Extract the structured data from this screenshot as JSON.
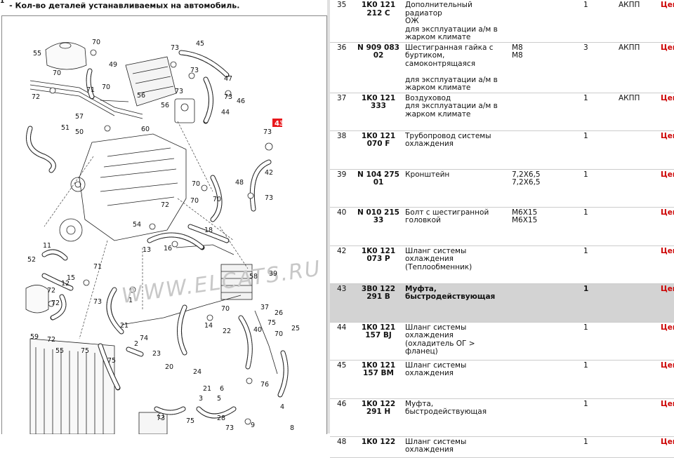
{
  "note": {
    "prefix": "1",
    "text": " - Кол-во деталей устанавливаемых на автомобиль."
  },
  "diagram": {
    "watermark": "WWW.ELCATS.RU",
    "highlight_label": "43",
    "labels": [
      {
        "t": "55"
      },
      {
        "t": "70"
      },
      {
        "t": "49"
      },
      {
        "t": "73"
      },
      {
        "t": "45"
      },
      {
        "t": "73"
      },
      {
        "t": "73"
      },
      {
        "t": "70"
      },
      {
        "t": "70"
      },
      {
        "t": "71"
      },
      {
        "t": "56"
      },
      {
        "t": "47"
      },
      {
        "t": "57"
      },
      {
        "t": "56"
      },
      {
        "t": "73"
      },
      {
        "t": "46"
      },
      {
        "t": "72"
      },
      {
        "t": "51"
      },
      {
        "t": "44"
      },
      {
        "t": "50"
      },
      {
        "t": "60"
      },
      {
        "t": "73"
      },
      {
        "t": "42"
      },
      {
        "t": "70"
      },
      {
        "t": "48"
      },
      {
        "t": "70"
      },
      {
        "t": "73"
      },
      {
        "t": "70"
      },
      {
        "t": "72"
      },
      {
        "t": "54"
      },
      {
        "t": "18"
      },
      {
        "t": "11"
      },
      {
        "t": "52"
      },
      {
        "t": "16"
      },
      {
        "t": "13"
      },
      {
        "t": "71"
      },
      {
        "t": "12"
      },
      {
        "t": "58"
      },
      {
        "t": "39"
      },
      {
        "t": "15"
      },
      {
        "t": "72"
      },
      {
        "t": "73"
      },
      {
        "t": "72"
      },
      {
        "t": "70"
      },
      {
        "t": "1"
      },
      {
        "t": "14"
      },
      {
        "t": "37"
      },
      {
        "t": "22"
      },
      {
        "t": "26"
      },
      {
        "t": "75"
      },
      {
        "t": "21"
      },
      {
        "t": "40"
      },
      {
        "t": "70"
      },
      {
        "t": "25"
      },
      {
        "t": "59"
      },
      {
        "t": "74"
      },
      {
        "t": "2"
      },
      {
        "t": "55"
      },
      {
        "t": "23"
      },
      {
        "t": "72"
      },
      {
        "t": "75"
      },
      {
        "t": "20"
      },
      {
        "t": "75"
      },
      {
        "t": "24"
      },
      {
        "t": "21"
      },
      {
        "t": "6"
      },
      {
        "t": "3"
      },
      {
        "t": "5"
      },
      {
        "t": "76"
      },
      {
        "t": "4"
      },
      {
        "t": "73"
      },
      {
        "t": "28"
      },
      {
        "t": "75"
      },
      {
        "t": "9"
      },
      {
        "t": "73"
      },
      {
        "t": "8"
      }
    ]
  },
  "colors": {
    "price": "#cc0000",
    "highlight_row": "#d3d3d3",
    "highlight_tag": "#e8181c"
  },
  "table": {
    "rows": [
      {
        "pos": "35",
        "num": [
          "1K0 121",
          "212 C"
        ],
        "desc": [
          "Дополнительный радиатор",
          "ОЖ",
          "для эксплуатации а/м в",
          "жарком климате"
        ],
        "spec": [],
        "qty": "1",
        "note": "АКПП",
        "price": "Цен",
        "h": 57
      },
      {
        "pos": "36",
        "num": [
          "N 909 083",
          "02"
        ],
        "desc": [
          "Шестигранная гайка с",
          "буртиком, самоконтрящаяся",
          "",
          "для эксплуатации а/м в",
          "жарком климате"
        ],
        "spec": [
          "M8",
          "M8"
        ],
        "qty": "3",
        "note": "АКПП",
        "price": "Цен",
        "h": 60
      },
      {
        "pos": "37",
        "num": [
          "1K0 121",
          "333"
        ],
        "desc": [
          "Воздуховод",
          "для эксплуатации а/м в",
          "жарком климате"
        ],
        "spec": [],
        "qty": "1",
        "note": "АКПП",
        "price": "Цен",
        "h": 54
      },
      {
        "pos": "38",
        "num": [
          "1K0 121",
          "070 F"
        ],
        "desc": [
          "Трубопровод системы",
          "охлаждения"
        ],
        "spec": [],
        "qty": "1",
        "note": "",
        "price": "Цен",
        "h": 55
      },
      {
        "pos": "39",
        "num": [
          "N 104 275",
          "01"
        ],
        "desc": [
          "Кронштейн"
        ],
        "spec": [
          "7,2X6,5",
          "7,2X6,5"
        ],
        "qty": "1",
        "note": "",
        "price": "Цен",
        "h": 54
      },
      {
        "pos": "40",
        "num": [
          "N 010 215",
          "33"
        ],
        "desc": [
          "Болт с шестигранной",
          "головкой"
        ],
        "spec": [
          "M6X15",
          "M6X15"
        ],
        "qty": "1",
        "note": "",
        "price": "Цен",
        "h": 55
      },
      {
        "pos": "42",
        "num": [
          "1K0 121",
          "073 P"
        ],
        "desc": [
          "Шланг системы охлаждения",
          "(Теплообменник)"
        ],
        "spec": [],
        "qty": "1",
        "note": "",
        "price": "Цен",
        "h": 54
      },
      {
        "pos": "43",
        "num": [
          "3B0 122",
          "291 B"
        ],
        "desc": [
          "Муфта,",
          "быстродействующая"
        ],
        "spec": [],
        "qty": "1",
        "note": "",
        "price": "Цен",
        "h": 55,
        "highlight": true
      },
      {
        "pos": "44",
        "num": [
          "1K0 121",
          "157 BJ"
        ],
        "desc": [
          "Шланг системы охлаждения",
          "(охладитель ОГ > фланец)"
        ],
        "spec": [],
        "qty": "1",
        "note": "",
        "price": "Цен",
        "h": 54
      },
      {
        "pos": "45",
        "num": [
          "1K0 121",
          "157 BM"
        ],
        "desc": [
          "Шланг системы охлаждения"
        ],
        "spec": [],
        "qty": "1",
        "note": "",
        "price": "Цен",
        "h": 55
      },
      {
        "pos": "46",
        "num": [
          "1K0 122",
          "291 H"
        ],
        "desc": [
          "Муфта, быстродействующая"
        ],
        "spec": [],
        "qty": "1",
        "note": "",
        "price": "Цен",
        "h": 54
      },
      {
        "pos": "48",
        "num": [
          "1K0 122"
        ],
        "desc": [
          "Шланг системы охлаждения"
        ],
        "spec": [],
        "qty": "1",
        "note": "",
        "price": "Цен",
        "h": 30
      }
    ]
  }
}
